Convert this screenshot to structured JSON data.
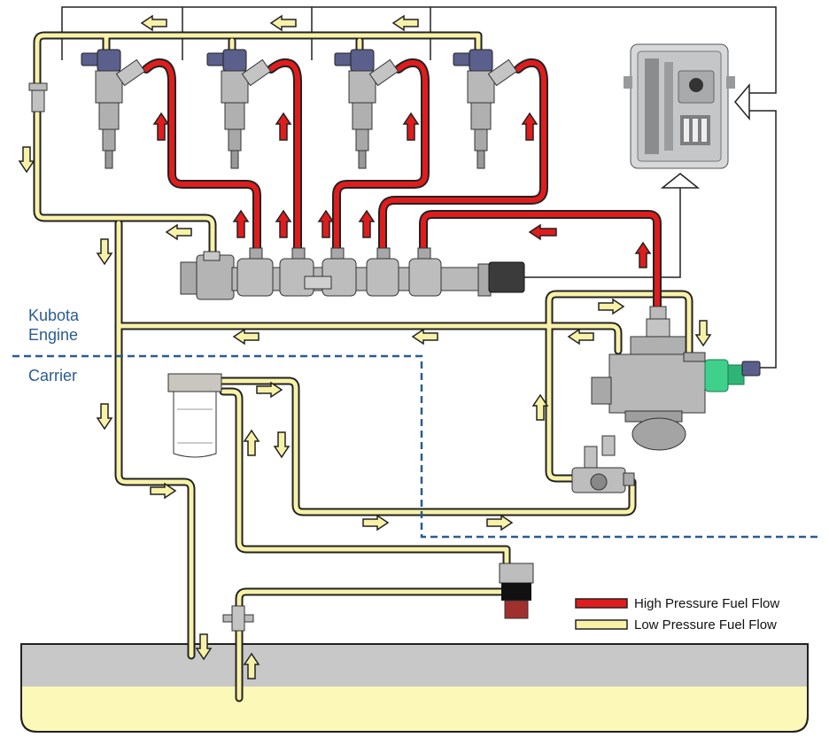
{
  "zones": {
    "engine_line1": "Kubota",
    "engine_line2": "Engine",
    "carrier": "Carrier"
  },
  "legend": {
    "high_pressure": {
      "label": "High Pressure Fuel Flow",
      "color": "#e01c1c"
    },
    "low_pressure": {
      "label": "Low Pressure Fuel Flow",
      "color": "#f8f2a8"
    }
  },
  "colors": {
    "line_outline": "#222222",
    "boundary": "#2b5c8f",
    "tank_grey": "#c8c8c8",
    "tank_fuel": "#fbf8b8",
    "component_grey": "#a9a9a9",
    "injector_cap": "#5a5f8c",
    "sensor_green": "#3fd08c"
  },
  "icons": [
    "injector-icon",
    "ecu-icon",
    "fuel-pump-icon",
    "fuel-filter-icon",
    "fuel-rail-icon",
    "sensor-icon"
  ]
}
